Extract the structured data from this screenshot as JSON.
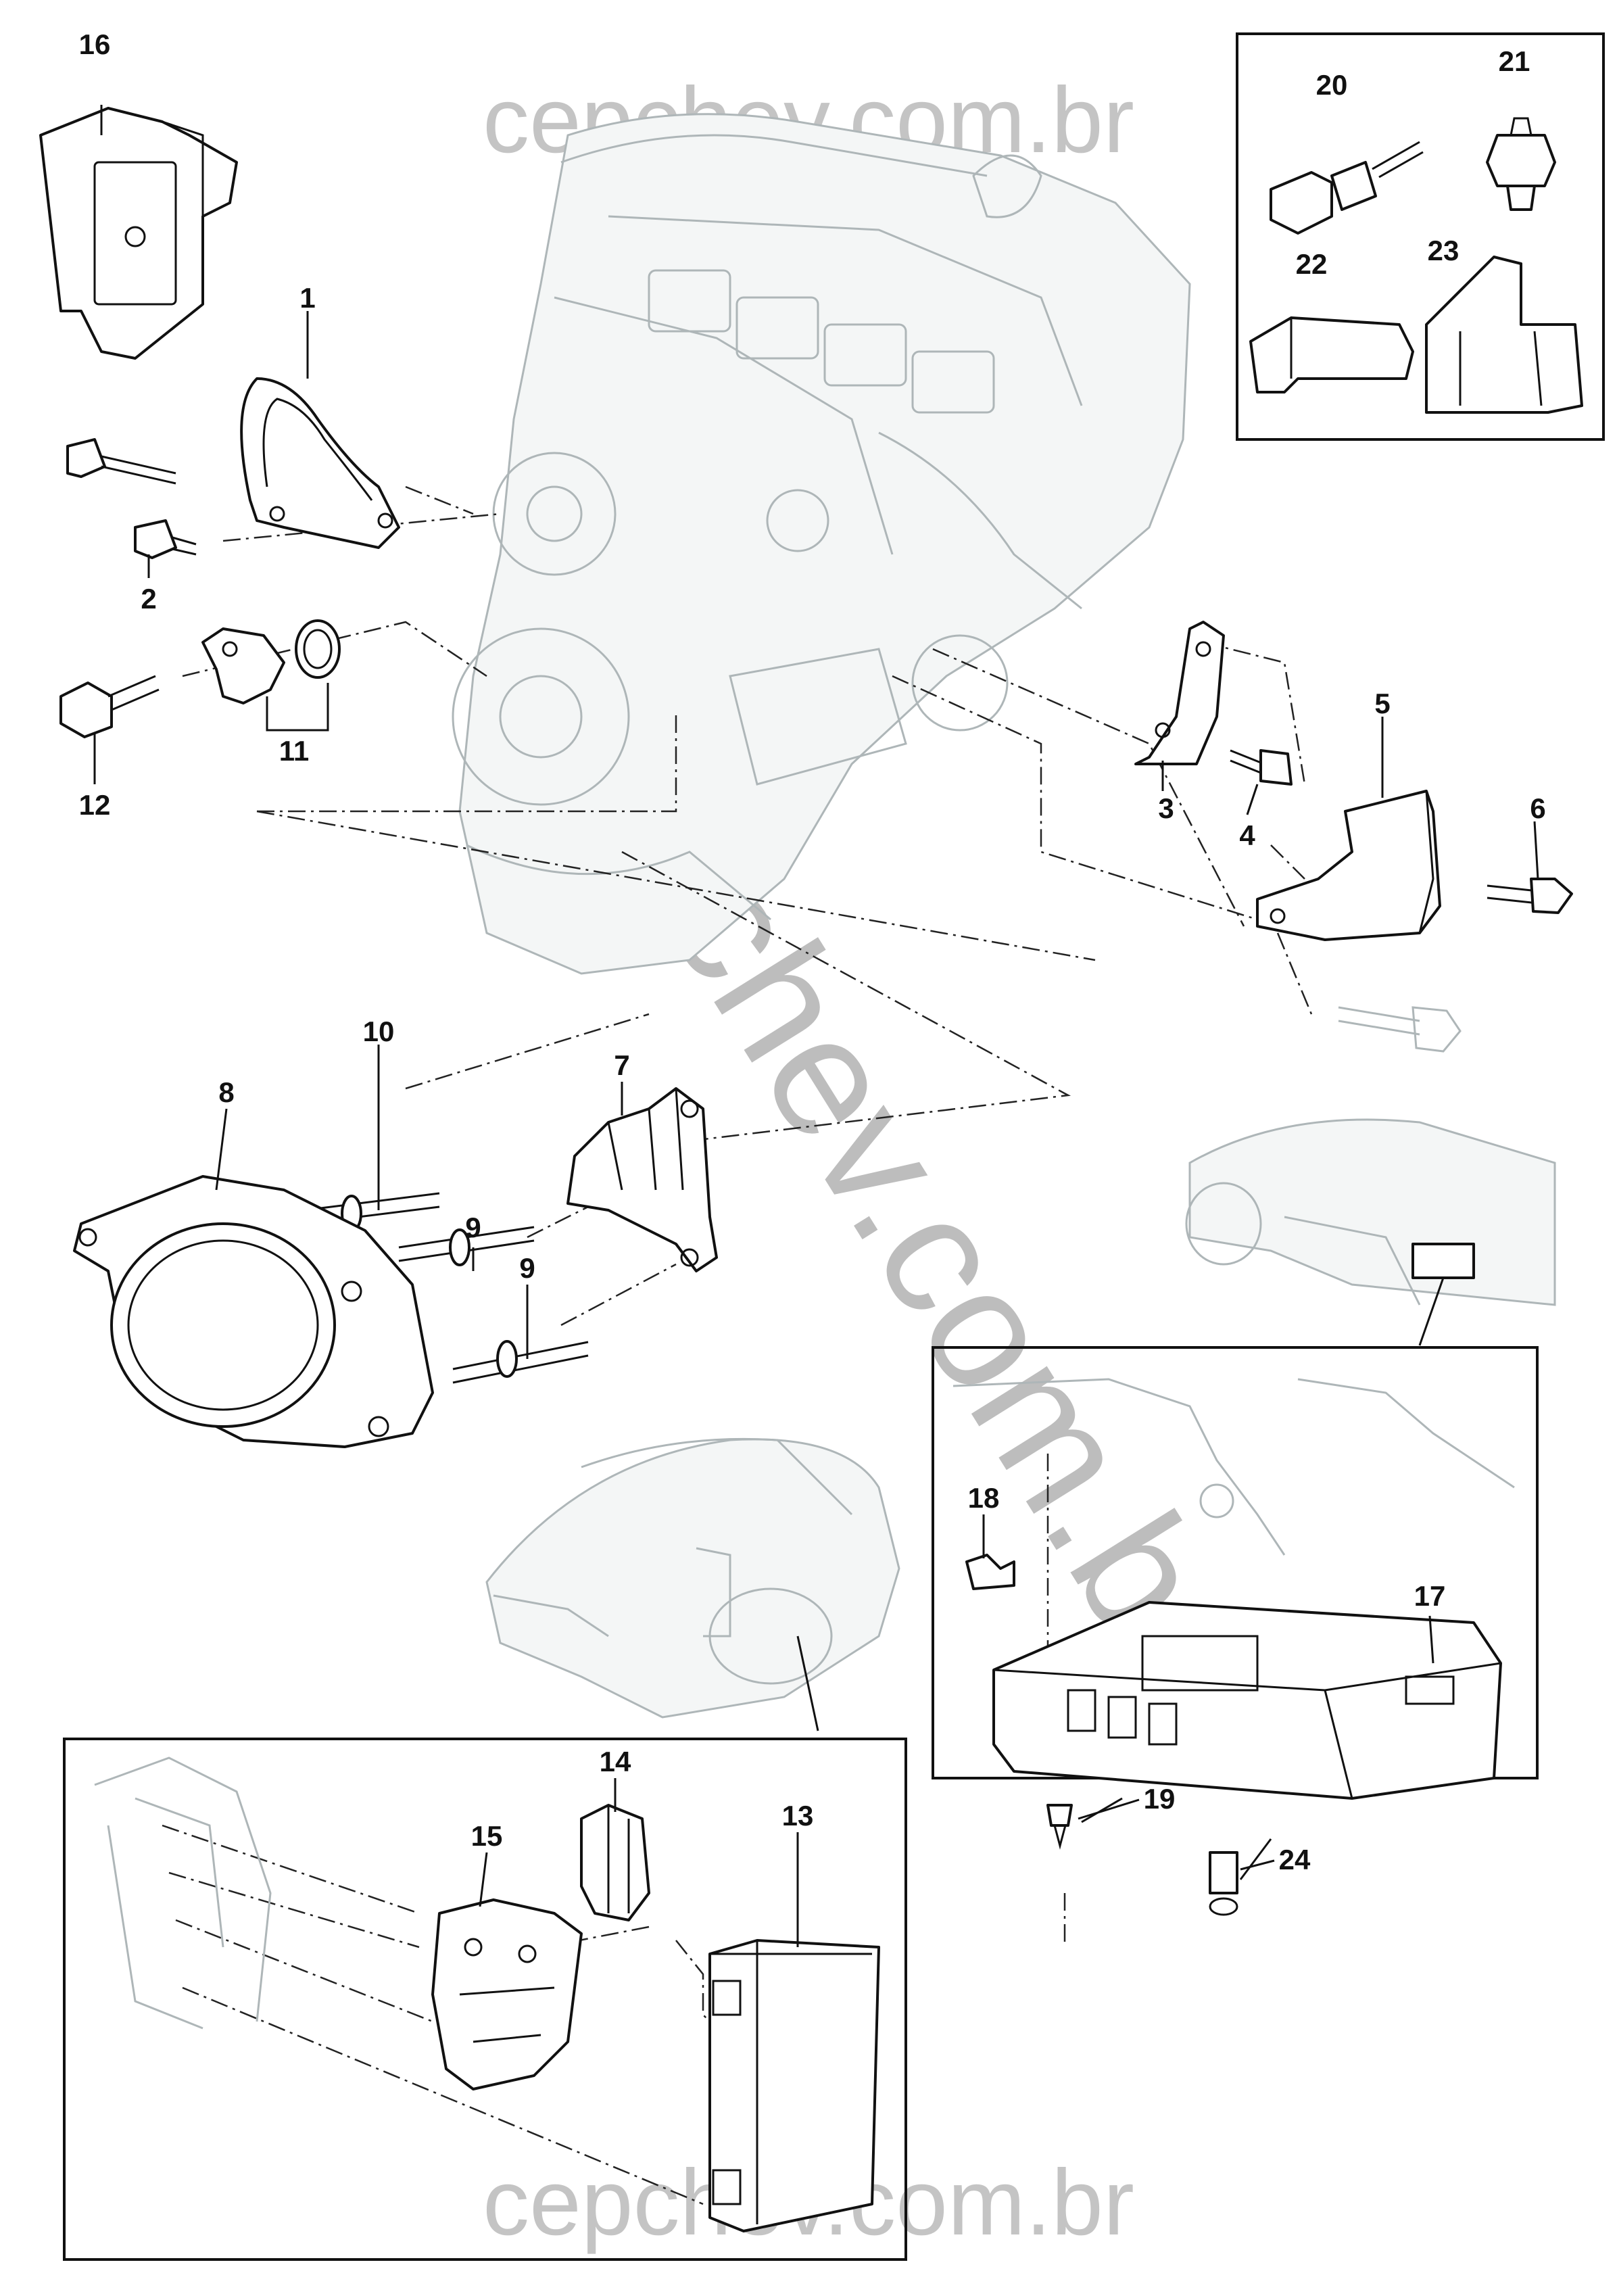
{
  "watermark": {
    "top": "cepchev.com.br",
    "diagonal": "cepchev.com.br",
    "bottom": "cepchev.com.br"
  },
  "callouts": {
    "c1": "1",
    "c2": "2",
    "c3": "3",
    "c4": "4",
    "c5": "5",
    "c6": "6",
    "c7": "7",
    "c8": "8",
    "c9a": "9",
    "c9b": "9",
    "c10": "10",
    "c11": "11",
    "c12": "12",
    "c13": "13",
    "c14": "14",
    "c15": "15",
    "c16": "16",
    "c17": "17",
    "c18": "18",
    "c19": "19",
    "c20": "20",
    "c21": "21",
    "c22": "22",
    "c23": "23",
    "c24": "24"
  },
  "colors": {
    "line": "#111111",
    "ghost": "#aeb6b8",
    "watermark": "#c4c4c4"
  }
}
